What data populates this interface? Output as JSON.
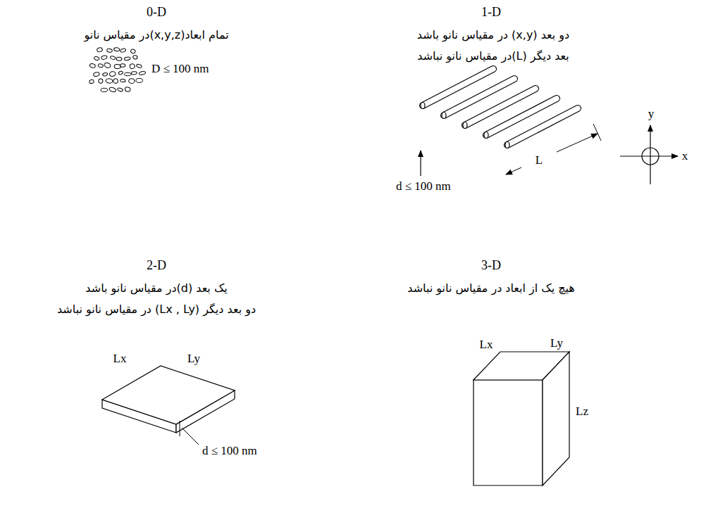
{
  "diagram": {
    "labels": [
      "0-D",
      "تمام ابعاد(x,y,z)در مقیاس نانو",
      "D ≤ 100 nm",
      "1-D",
      "دو بعد (x,y) در مقیاس نانو باشد",
      "بعد دیگر (L)در مقیاس نانو نباشد",
      "L",
      "y",
      "x",
      "d ≤ 100 nm",
      "2-D",
      "یک بعد (d)در مقیاس نانو باشد",
      "دو بعد دیگر (Lx , Ly) در مقیاس نانو نباشد",
      "Lx",
      "Ly",
      "d ≤ 100 nm",
      "3-D",
      "هیچ یک از ابعاد در مقیاس نانو نباشد",
      "Lx",
      "Ly",
      "Lz"
    ]
  }
}
